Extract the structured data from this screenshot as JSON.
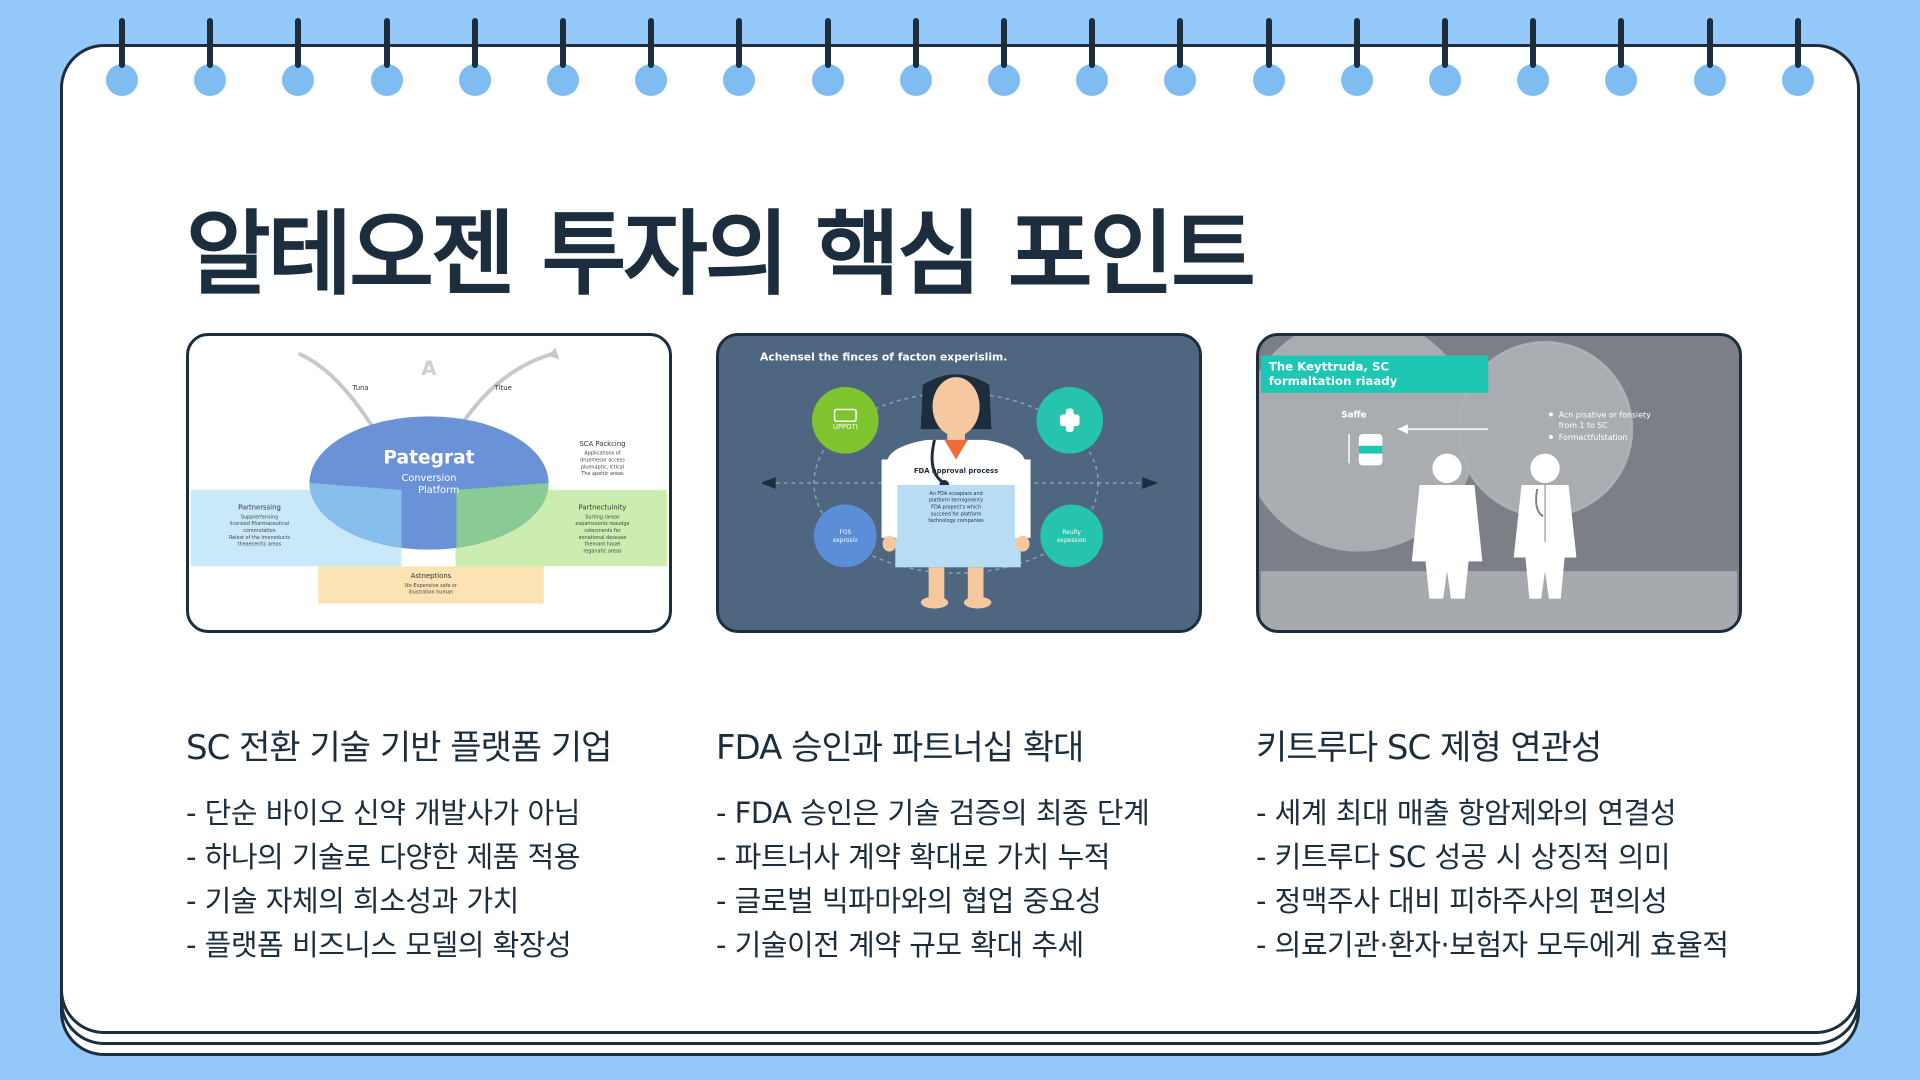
{
  "title": "알테오젠 투자의 핵심 포인트",
  "images": [
    {
      "name": "platform-diagram",
      "center_title": "Pategrat",
      "center_subtitle_1": "Conversion",
      "center_subtitle_2": "Platform",
      "top_letter": "A",
      "left_arrow_label": "Tuna",
      "right_arrow_label": "Titue",
      "left_box_title": "Partnerssing",
      "left_box_lines": [
        "Supprerfensing",
        "licensed Pharmaceutical",
        "commutation",
        "Relest of the imeneducts",
        "theaecentic areas"
      ],
      "right_top_title": "SCA Packcing",
      "right_top_lines": [
        "Applications of",
        "druemesor access",
        "pluenaptic, ictical",
        "The apeitic areas"
      ],
      "right_box_title": "Partnectuinity",
      "right_box_lines": [
        "Surting /areas",
        "expamsuonis reaudge",
        "colecments for",
        "eonational desease",
        "themant hauel",
        "reganatic areas"
      ],
      "bottom_title": "Astneptions",
      "bottom_lines": [
        "No-Expensive safe or",
        "illustration human"
      ]
    },
    {
      "name": "fda-doctor-illustration",
      "header": "Achensel the finces of facton experislim.",
      "badge_top_left": "UPPOTI",
      "badge_bottom_left_1": "FOS",
      "badge_bottom_left_2": "exprosiv",
      "badge_bottom_right_1": "Reulty",
      "badge_bottom_right_2": "expession",
      "coat_title": "FDA approval process",
      "coat_lines": [
        "An FDA scoapiars and",
        "platform termigmenty",
        "FDA propect's which",
        "succeed for platform",
        "technology companies"
      ]
    },
    {
      "name": "keytruda-illustration",
      "banner_line_1": "The Keyttruda, SC",
      "banner_line_2": "formaltation riaady",
      "left_label": "Saffe",
      "bullet_1_a": "Acn pisative or fonsiety",
      "bullet_1_b": "from 1 to SC",
      "bullet_2": "Formactfulstation"
    }
  ],
  "columns": [
    {
      "heading": "SC 전환 기술 기반 플랫폼 기업",
      "items": [
        "- 단순 바이오 신약 개발사가 아님",
        "- 하나의 기술로 다양한 제품 적용",
        "- 기술 자체의 희소성과 가치",
        "- 플랫폼 비즈니스 모델의 확장성"
      ]
    },
    {
      "heading": "FDA 승인과 파트너십 확대",
      "items": [
        "- FDA 승인은 기술 검증의 최종 단계",
        "- 파트너사 계약 확대로 가치 누적",
        "- 글로벌 빅파마와의 협업 중요성",
        "- 기술이전 계약 규모 확대 추세"
      ]
    },
    {
      "heading": "키트루다 SC 제형 연관성",
      "items": [
        "- 세계 최대 매출 항암제와의 연결성",
        "- 키트루다 SC 성공 시 상징적 의미",
        "- 정맥주사 대비 피하주사의 편의성",
        "- 의료기관·환자·보험자 모두에게 효율적"
      ]
    }
  ]
}
